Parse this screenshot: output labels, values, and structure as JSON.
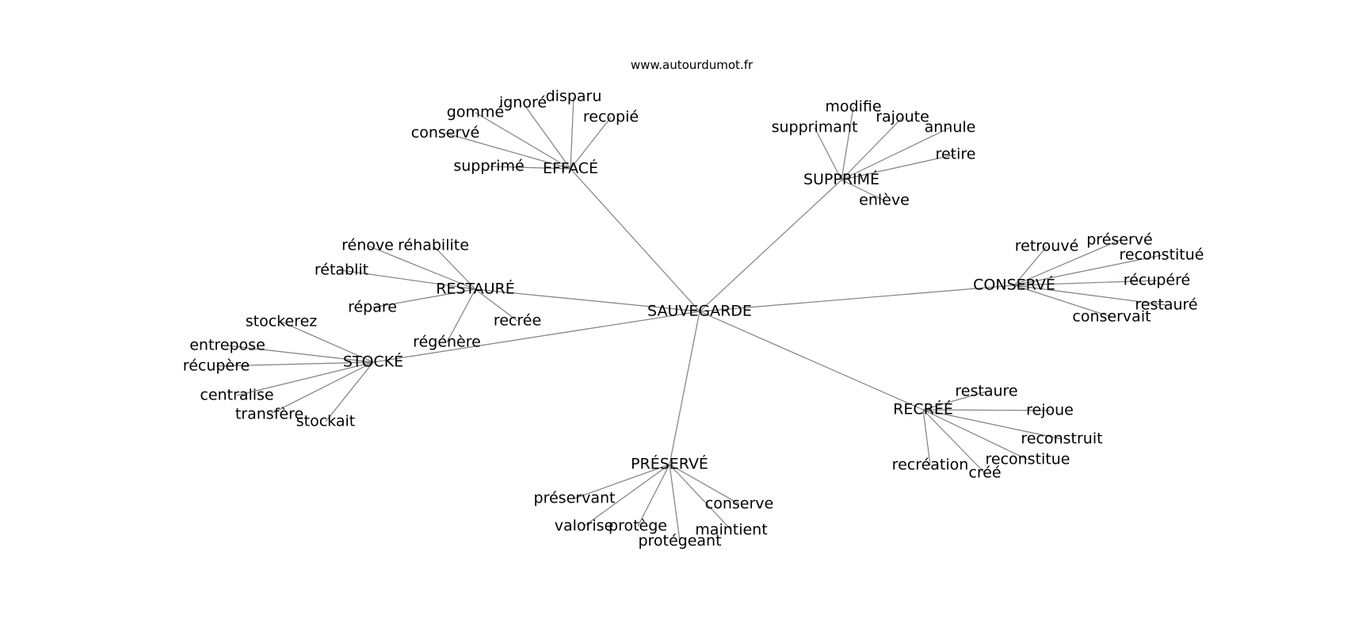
{
  "source": "www.autourdumot.fr",
  "colors": {
    "edge": "#808080",
    "text": "#000000",
    "background": "#ffffff"
  },
  "center": "SAUVEGARDE",
  "hubs": [
    {
      "label": "EFFACÉ",
      "leaves": [
        "disparu",
        "ignoré",
        "gommé",
        "recopié",
        "conservé",
        "supprimé"
      ]
    },
    {
      "label": "SUPPRIMÉ",
      "leaves": [
        "modifie",
        "rajoute",
        "supprimant",
        "annule",
        "retire",
        "enlève"
      ]
    },
    {
      "label": "RESTAURÉ",
      "leaves": [
        "rénove",
        "réhabilite",
        "rétablit",
        "répare",
        "recrée",
        "régénère"
      ]
    },
    {
      "label": "CONSERVÉ",
      "leaves": [
        "retrouvé",
        "préservé",
        "reconstitué",
        "récupéré",
        "restauré",
        "conservait"
      ]
    },
    {
      "label": "STOCKÉ",
      "leaves": [
        "stockerez",
        "entrepose",
        "récupère",
        "centralise",
        "transfère",
        "stockait"
      ]
    },
    {
      "label": "RECRÉÉ",
      "leaves": [
        "restaure",
        "rejoue",
        "reconstruit",
        "reconstitue",
        "recréation",
        "créé"
      ]
    },
    {
      "label": "PRÉSERVÉ",
      "leaves": [
        "préservant",
        "conserve",
        "valorise",
        "protège",
        "maintient",
        "protégeant"
      ]
    }
  ]
}
